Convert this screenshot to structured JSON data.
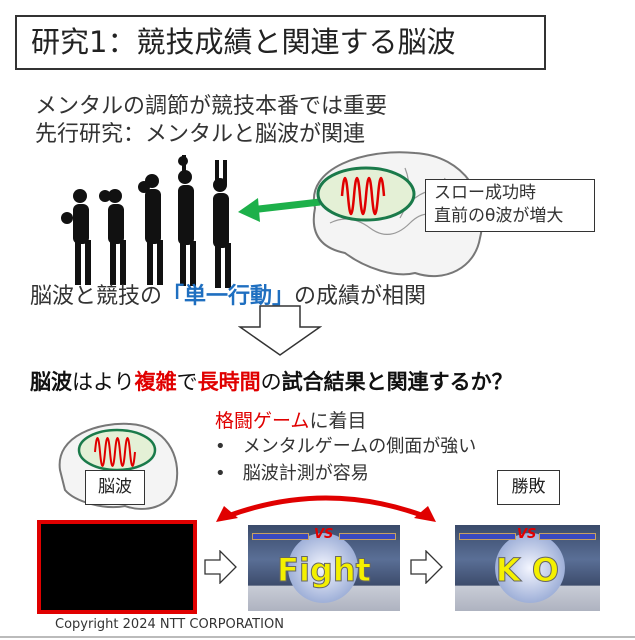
{
  "title": "研究1：競技成績と関連する脳波",
  "intro": [
    "メンタルの調節が競技本番では重要",
    "先行研究：メンタルと脳波が関連"
  ],
  "callout": [
    "スロー成功時",
    "直前のθ波が増大"
  ],
  "correlation": {
    "pre": "脳波と競技の",
    "highlight": "「単一行動」",
    "post": "の成績が相関"
  },
  "question": {
    "p1": "脳波",
    "p2": "はより",
    "p3": "複雑",
    "p4": "で",
    "p5": "長時間",
    "p6": "の",
    "p7": "試合結果と関連するか？"
  },
  "focus": {
    "red": "格闘ゲーム",
    "rest": "に着目"
  },
  "bullets": [
    "メンタルゲームの側面が強い",
    "脳波計測が容易"
  ],
  "labels": {
    "eeg": "脳波",
    "outcome": "勝敗"
  },
  "game": {
    "fight": "Fight",
    "ko": "K O",
    "vs": "VS"
  },
  "copyright": "Copyright 2024 NTT CORPORATION"
}
